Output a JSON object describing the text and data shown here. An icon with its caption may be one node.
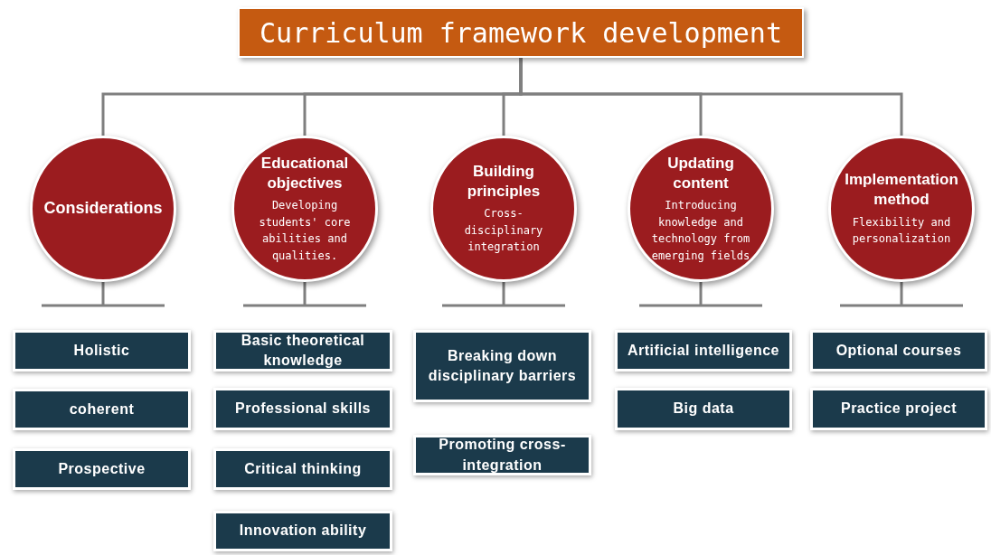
{
  "diagram": {
    "nodes": [
      {
        "text": [
          "Curriculum framework development"
        ]
      },
      {
        "text": [
          "Considerations"
        ]
      },
      {
        "text": [
          "Educational objectives",
          "Developing students' core abilities and qualities."
        ]
      },
      {
        "text": [
          "Building principles",
          "Cross-disciplinary integration"
        ]
      },
      {
        "text": [
          "Updating content",
          "Introducing knowledge and technology from emerging fields"
        ]
      },
      {
        "text": [
          "Implementation method",
          "Flexibility and personalization"
        ]
      },
      {
        "text": [
          "Holistic"
        ]
      },
      {
        "text": [
          "coherent"
        ]
      },
      {
        "text": [
          "Prospective"
        ]
      },
      {
        "text": [
          "Basic theoretical knowledge"
        ]
      },
      {
        "text": [
          "Professional skills"
        ]
      },
      {
        "text": [
          "Critical thinking"
        ]
      },
      {
        "text": [
          "Innovation ability"
        ]
      },
      {
        "text": [
          "Breaking down disciplinary barriers"
        ]
      },
      {
        "text": [
          "Promoting cross-integration"
        ]
      },
      {
        "text": [
          "Artificial intelligence"
        ]
      },
      {
        "text": [
          "Big data"
        ]
      },
      {
        "text": [
          "Optional courses"
        ]
      },
      {
        "text": [
          "Practice project"
        ]
      }
    ],
    "edges": [
      {
        "from": 0,
        "to": 1,
        "arrow": "none"
      },
      {
        "from": 0,
        "to": 2,
        "arrow": "none"
      },
      {
        "from": 0,
        "to": 3,
        "arrow": "none"
      },
      {
        "from": 0,
        "to": 4,
        "arrow": "none"
      },
      {
        "from": 0,
        "to": 5,
        "arrow": "none"
      }
    ]
  }
}
